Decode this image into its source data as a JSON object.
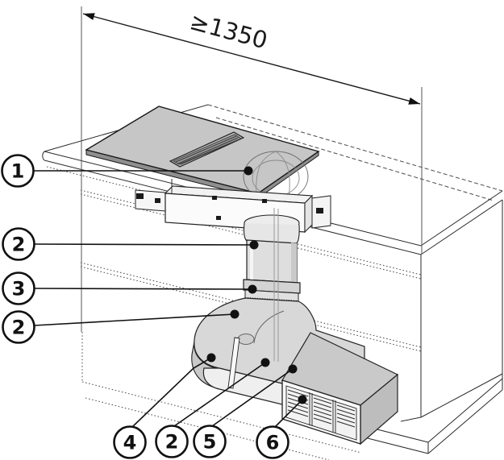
{
  "diagram": {
    "type": "installation-diagram",
    "subject": "cooktop-with-downdraft-extractor-and-ducting-in-kitchen-island",
    "dimension": {
      "label": "≥1350"
    },
    "callouts": [
      {
        "label": "1"
      },
      {
        "label": "2"
      },
      {
        "label": "3"
      },
      {
        "label": "2"
      },
      {
        "label": "4"
      },
      {
        "label": "2"
      },
      {
        "label": "5"
      },
      {
        "label": "6"
      }
    ],
    "colors": {
      "background": "#ffffff",
      "line": "#1a1a1a",
      "cooktop_glass": "#c6c6c6",
      "duct_gray": "#d8d8d8",
      "vent_box_top": "#c9c9c9"
    }
  }
}
